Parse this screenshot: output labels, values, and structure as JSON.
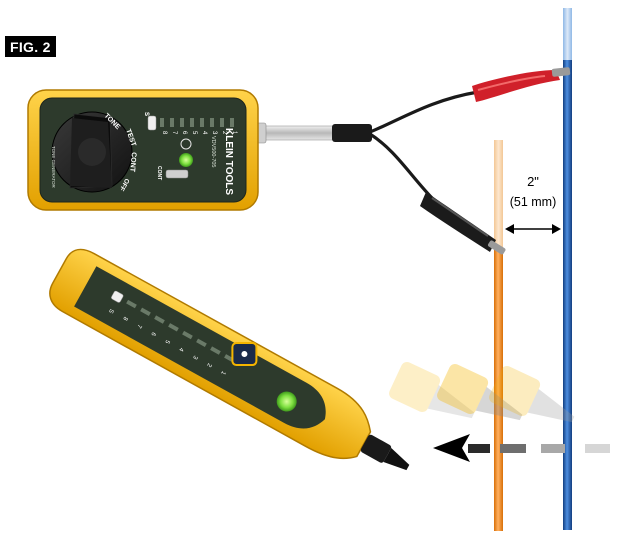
{
  "figure": {
    "label": "FIG. 2"
  },
  "measurement": {
    "inches": "2\"",
    "millimeters": "(51 mm)"
  },
  "generator": {
    "brand": "KLEIN TOOLS",
    "model": "VDV500-705",
    "subtitle": "TONE GENERATOR",
    "dial_modes": [
      "TONE",
      "TEST",
      "CONT",
      "OFF"
    ],
    "led_numbers": [
      "1",
      "2",
      "3",
      "4",
      "5",
      "6",
      "7",
      "8"
    ],
    "led_s": "S",
    "cont_label": "CONT"
  },
  "probe": {
    "led_numbers": [
      "1",
      "2",
      "3",
      "4",
      "5",
      "6",
      "7",
      "8"
    ],
    "led_s": "S"
  },
  "colors": {
    "body_yellow": "#f4b400",
    "panel_dark": "#2d3a2c",
    "wire_orange": "#f08a1c",
    "wire_blue": "#1f5fb0",
    "clip_red": "#d0202a",
    "led_green": "#7ee040"
  }
}
